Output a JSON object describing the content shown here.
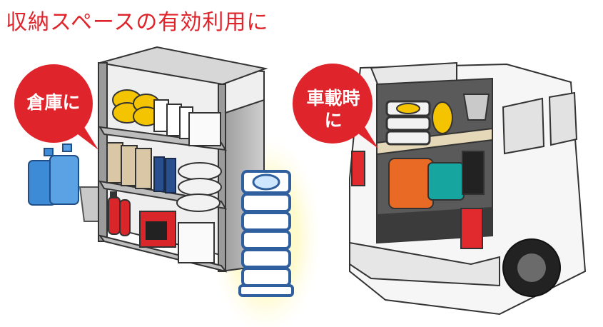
{
  "title": "収納スペースの有効利用に",
  "bubbles": {
    "warehouse": "倉庫に",
    "vehicle_line1": "車載時",
    "vehicle_line2": "に"
  },
  "colors": {
    "accent": "#e0242b",
    "glow": "#fff3a0",
    "reel_blue": "#2f5f9e",
    "shelf_gray": "#8a8a8a",
    "tank_blue": "#3d8ad6",
    "extinguisher_red": "#d8262b",
    "van_white": "#f6f6f6"
  }
}
